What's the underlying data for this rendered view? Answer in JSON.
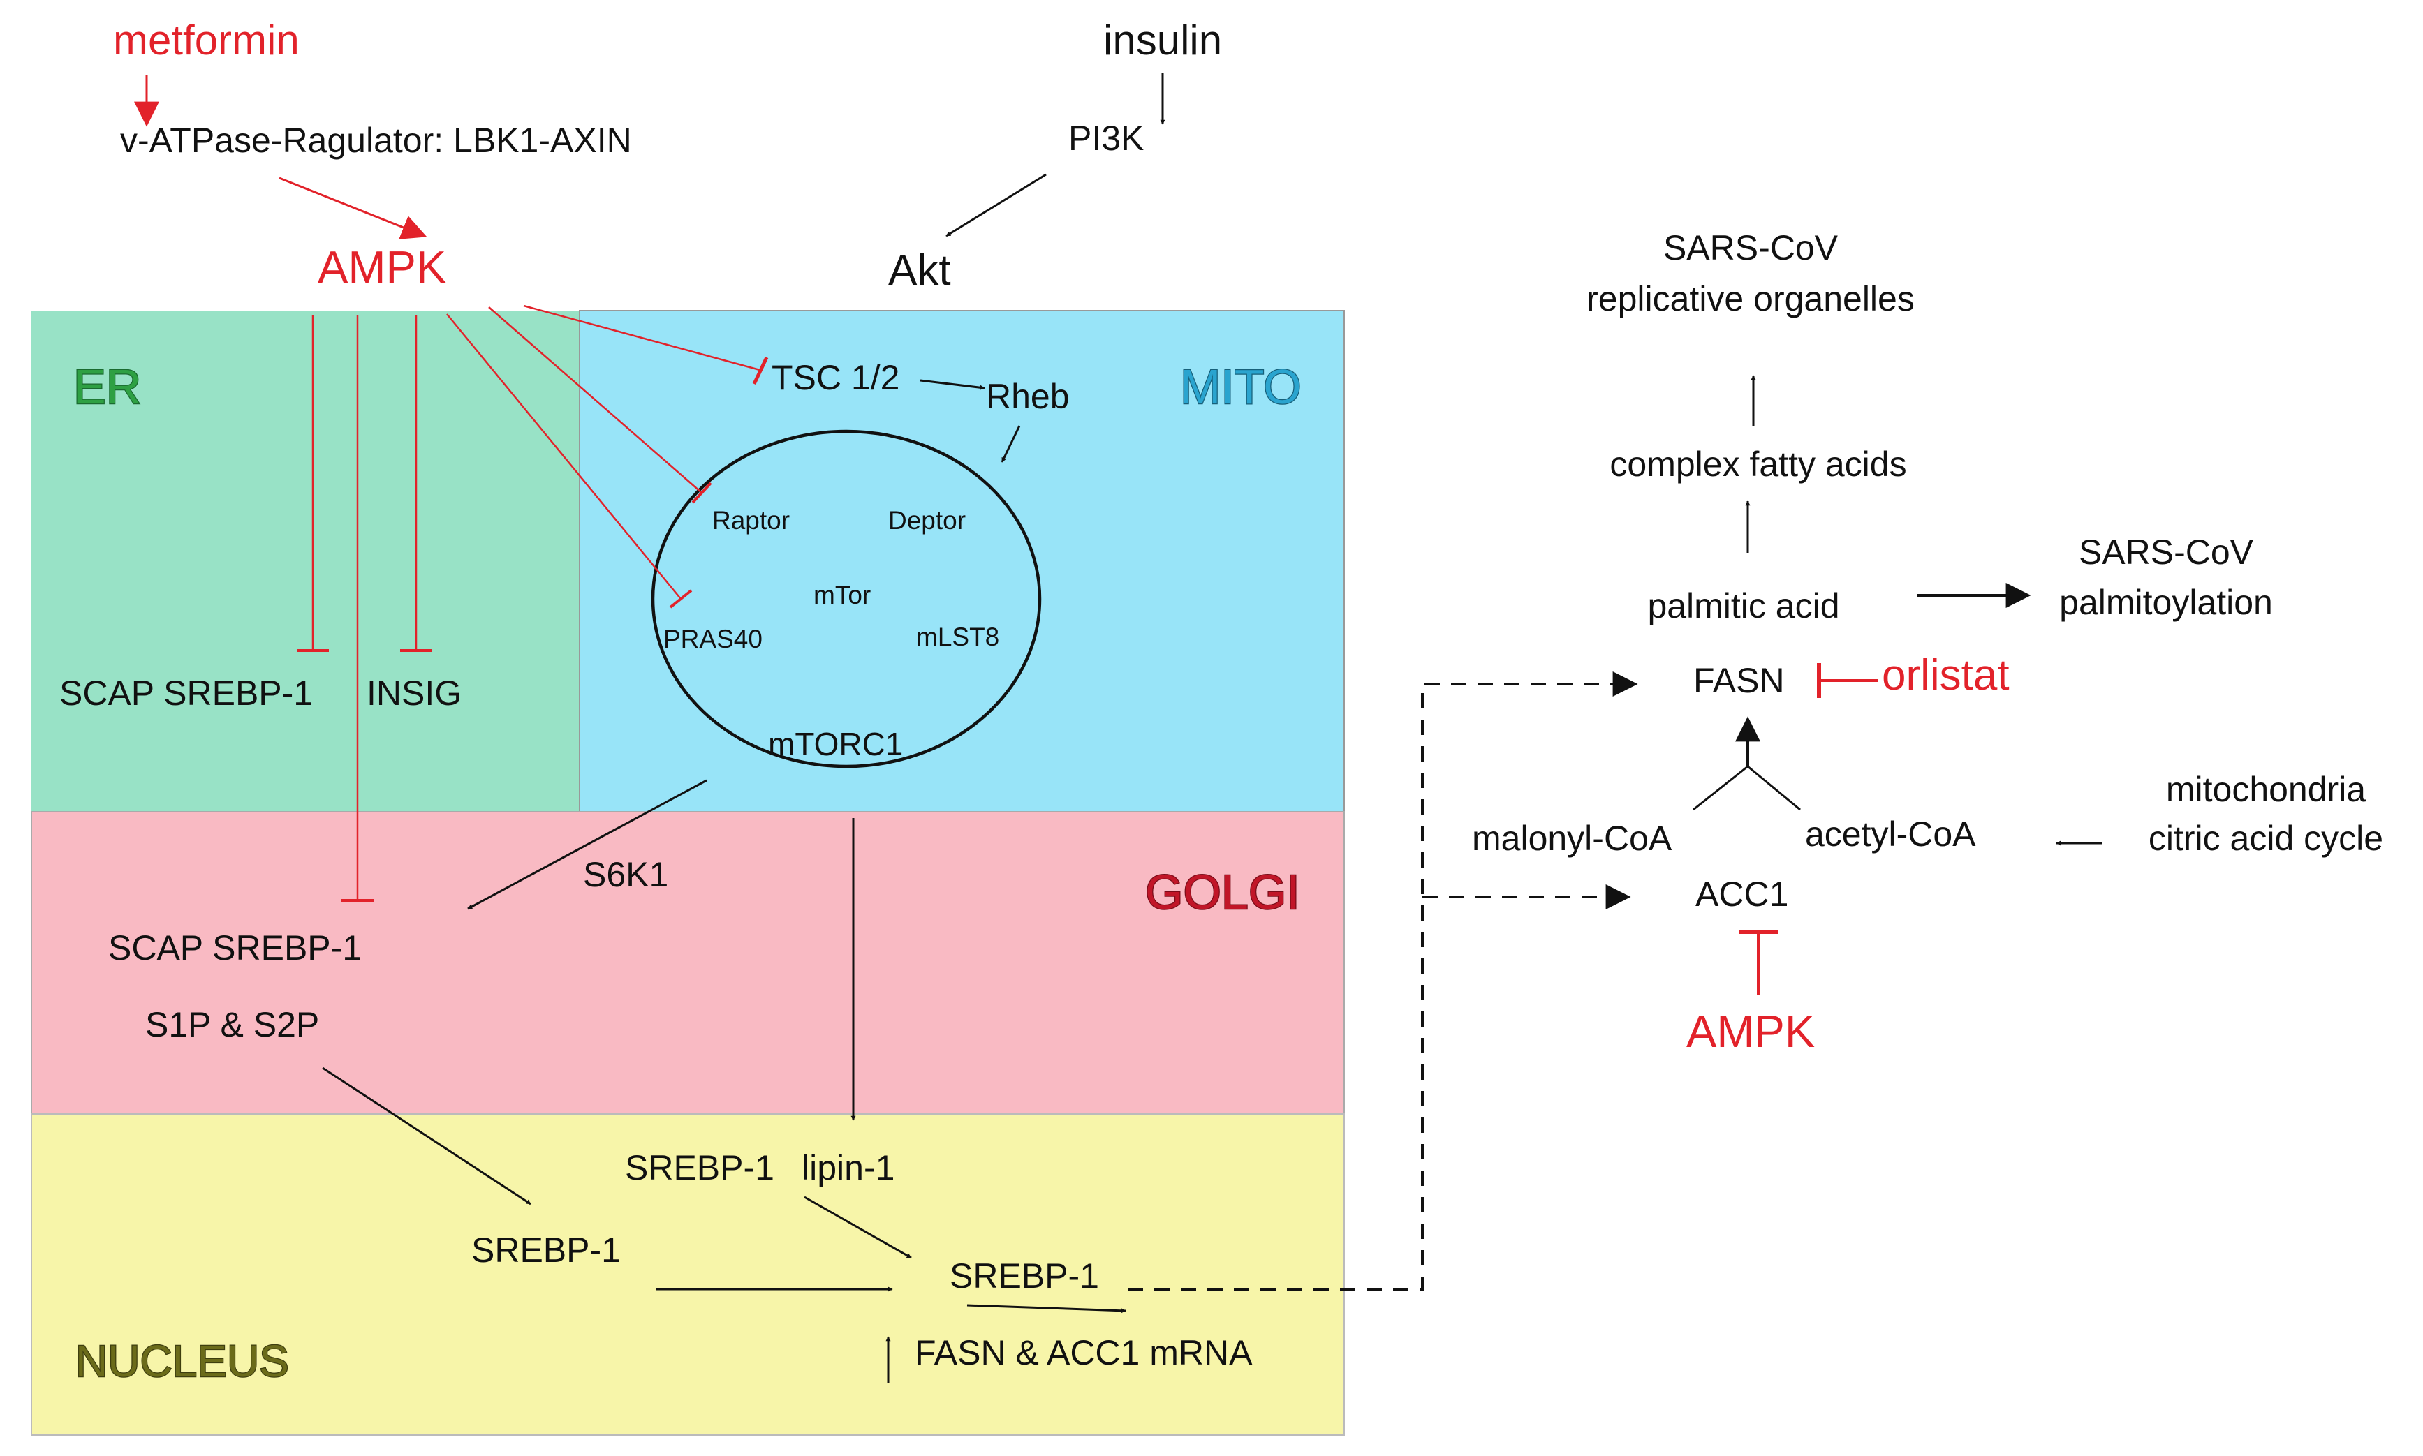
{
  "compartments": {
    "er": {
      "label": "ER",
      "fill": "#98e2c6",
      "text_color": "#2ea043"
    },
    "mito": {
      "label": "MITO",
      "fill": "#98e4f8",
      "text_color": "#2aa4cf"
    },
    "golgi": {
      "label": "GOLGI",
      "fill": "#f9bac3",
      "text_color": "#c11628"
    },
    "nucleus": {
      "label": "NUCLEUS",
      "fill": "#f7f5a9",
      "text_color": "#6b6b1a"
    }
  },
  "colors": {
    "inhibitor_red": "#e2222a",
    "text": "#111111"
  },
  "nodes": {
    "metformin": "metformin",
    "v_atpase": "v-ATPase-Ragulator: LBK1-AXIN",
    "ampk_top": "AMPK",
    "insulin": "insulin",
    "pi3k": "PI3K",
    "akt": "Akt",
    "tsc": "TSC 1/2",
    "rheb": "Rheb",
    "raptor": "Raptor",
    "deptor": "Deptor",
    "mtor": "mTor",
    "pras40": "PRAS40",
    "mlst8": "mLST8",
    "mtorc1": "mTORC1",
    "scap_er": "SCAP SREBP-1",
    "insig": "INSIG",
    "s6k1": "S6K1",
    "scap_golgi": "SCAP SREBP-1",
    "s1p_s2p": "S1P & S2P",
    "srebp1_lipin": "SREBP-1",
    "lipin1": "lipin-1",
    "srebp1_left": "SREBP-1",
    "srebp1_right": "SREBP-1",
    "fasn_acc1_mrna": "FASN &  ACC1 mRNA",
    "sars_organelles_1": "SARS-CoV",
    "sars_organelles_2": "replicative organelles",
    "complex_fa": "complex fatty acids",
    "palmitic": "palmitic acid",
    "sars_palm_1": "SARS-CoV",
    "sars_palm_2": "palmitoylation",
    "fasn": "FASN",
    "orlistat": "orlistat",
    "malonyl": "malonyl-CoA",
    "acetyl": "acetyl-CoA",
    "mito_1": "mitochondria",
    "mito_2": "citric acid cycle",
    "acc1": "ACC1",
    "ampk_bottom": "AMPK"
  }
}
